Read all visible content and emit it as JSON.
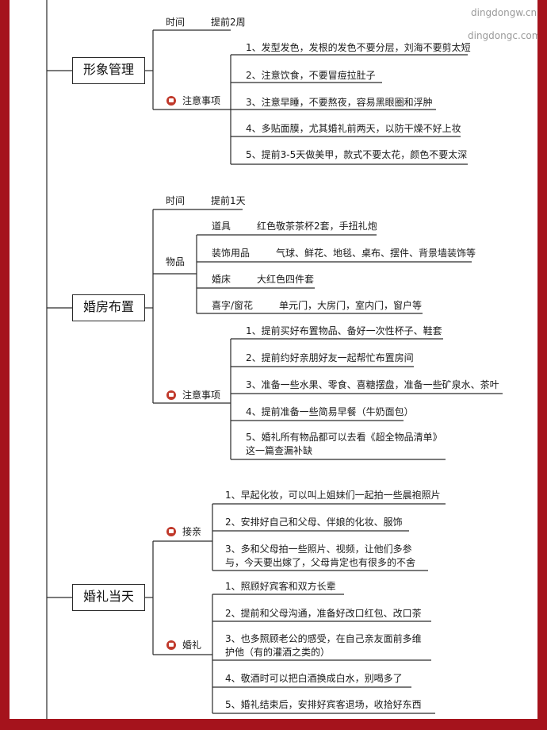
{
  "watermark": [
    "dingdongw.cn",
    "dingdongc.com"
  ],
  "sections": {
    "image": {
      "title": "形象管理",
      "time_label": "时间",
      "time_value": "提前2周",
      "notes_label": "注意事项",
      "notes": [
        "1、发型发色，发根的发色不要分层，刘海不要剪太短",
        "2、注意饮食，不要冒痘拉肚子",
        "3、注意早睡，不要熬夜，容易黑眼圈和浮肿",
        "4、多贴面膜，尤其婚礼前两天，以防干燥不好上妆",
        "5、提前3-5天做美甲，款式不要太花，颜色不要太深"
      ]
    },
    "room": {
      "title": "婚房布置",
      "time_label": "时间",
      "time_value": "提前1天",
      "items_label": "物品",
      "items": [
        {
          "name": "道具",
          "value": "红色敬茶茶杯2套，手扭礼炮"
        },
        {
          "name": "装饰用品",
          "value": "气球、鲜花、地毯、桌布、摆件、背景墙装饰等"
        },
        {
          "name": "婚床",
          "value": "大红色四件套"
        },
        {
          "name": "喜字/窗花",
          "value": "单元门，大房门，室内门，窗户等"
        }
      ],
      "notes_label": "注意事项",
      "notes": [
        "1、提前买好布置物品、备好一次性杯子、鞋套",
        "2、提前约好亲朋好友一起帮忙布置房间",
        "3、准备一些水果、零食、喜糖摆盘，准备一些矿泉水、茶叶",
        "4、提前准备一些简易早餐（牛奶面包）",
        "5、婚礼所有物品都可以去看《超全物品清单》这一篇查漏补缺"
      ]
    },
    "day": {
      "title": "婚礼当天",
      "pickup_label": "接亲",
      "pickup": [
        "1、早起化妆，可以叫上姐妹们一起拍一些晨袍照片",
        "2、安排好自己和父母、伴娘的化妆、服饰",
        "3、多和父母拍一些照片、视频，让他们多参与，今天要出嫁了，父母肯定也有很多的不舍"
      ],
      "wedding_label": "婚礼",
      "wedding": [
        "1、照顾好宾客和双方长辈",
        "2、提前和父母沟通，准备好改口红包、改口茶",
        "3、也多照顾老公的感受，在自己亲友面前多维护他（有的灌酒之类的）",
        "4、敬酒时可以把白酒换成白水，别喝多了",
        "5、婚礼结束后，安排好宾客退场，收拾好东西"
      ]
    }
  }
}
